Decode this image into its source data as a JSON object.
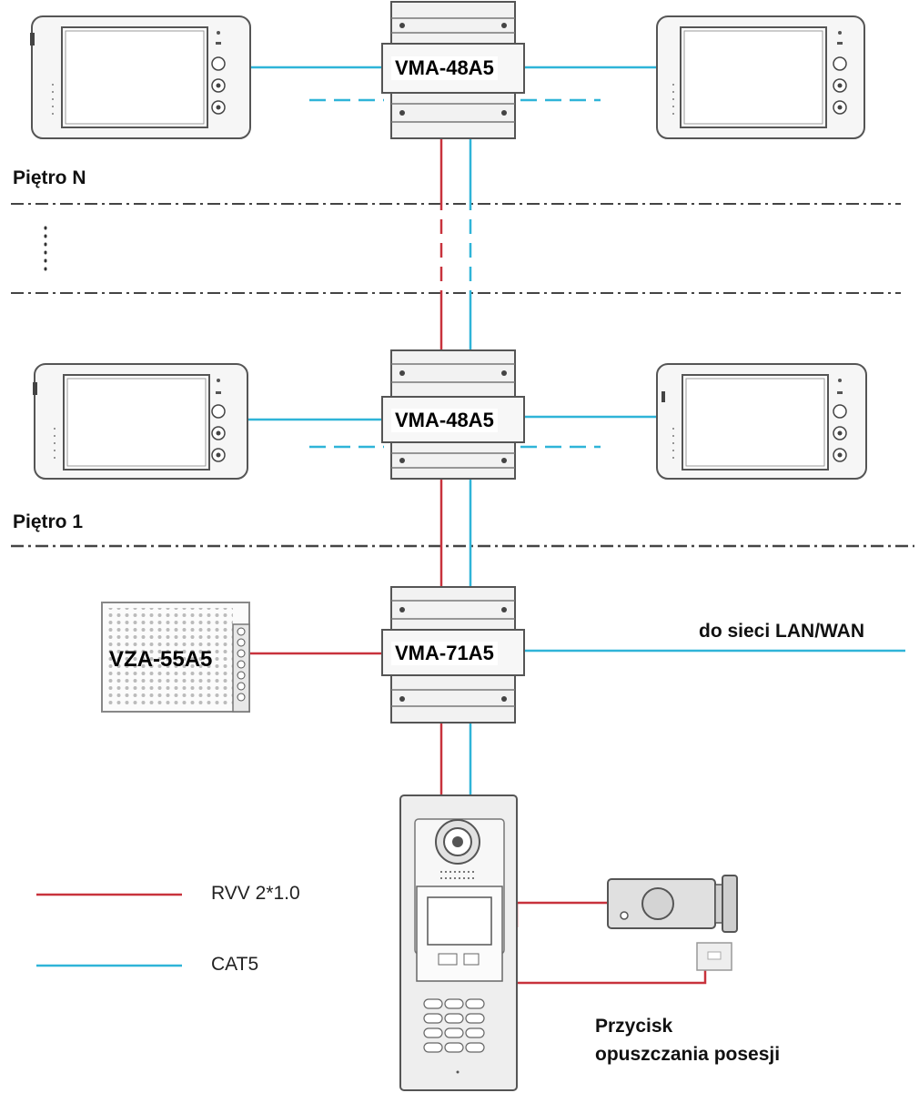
{
  "floors": {
    "top": "Piętro N",
    "first": "Piętro 1"
  },
  "devices": {
    "distributor_top": "VMA-48A5",
    "distributor_first": "VMA-48A5",
    "switch": "VMA-71A5",
    "power_supply": "VZA-55A5"
  },
  "network_label": "do sieci LAN/WAN",
  "legend": {
    "red": "RVV 2*1.0",
    "blue": "CAT5"
  },
  "exit_button": {
    "line1": "Przycisk",
    "line2": "opuszczania posesji"
  },
  "colors": {
    "red_wire": "#c8323c",
    "blue_wire": "#2fb4d8",
    "device_fill": "#f2f2f2",
    "device_stroke": "#555555"
  }
}
